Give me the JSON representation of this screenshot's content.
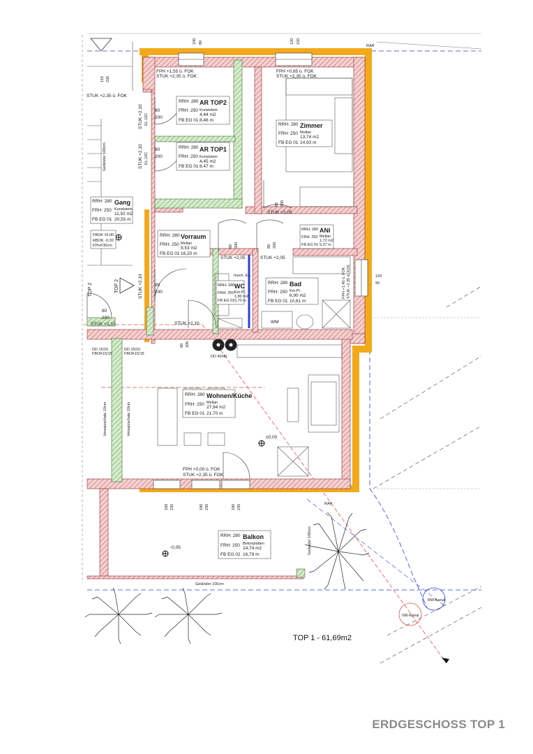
{
  "title": "ERDGESCHOSS TOP 1",
  "total_area": "TOP 1 - 61,69m2",
  "rooms": [
    {
      "name": "AR TOP2",
      "rrh": "RRH: 280",
      "frh": "FRH: 250",
      "code": "FB EG 01",
      "floor": "Kunststein",
      "area": "4,44 m2",
      "perimeter": "8,46 m"
    },
    {
      "name": "AR TOP1",
      "rrh": "RRH: 280",
      "frh": "FRH: 250",
      "code": "FB EG 01",
      "floor": "Kunststein",
      "area": "4,45 m2",
      "perimeter": "8,47 m"
    },
    {
      "name": "Zimmer",
      "rrh": "RRH: 280",
      "frh": "FRH: 250",
      "code": "FB EG 01",
      "floor": "Mellan",
      "area": "13,74 m2",
      "perimeter": "14,93 m"
    },
    {
      "name": "Gang",
      "rrh": "RRH: 280",
      "frh": "FRH: 250",
      "code": "FB EG 01",
      "floor": "Kunststein",
      "area": "11,92 m2",
      "perimeter": "20,55 m"
    },
    {
      "name": "ANi",
      "rrh": "RRH: 280",
      "frh": "FRH: 250",
      "code": "FB EG 01",
      "floor": "Mellan",
      "area": "1,72 m2",
      "perimeter": "5,27 m"
    },
    {
      "name": "Vorraum",
      "rrh": "RRH: 280",
      "frh": "FRH: 250",
      "code": "FB EG 01",
      "floor": "Mellan",
      "area": "9,53 m2",
      "perimeter": "16,20 m"
    },
    {
      "name": "WC",
      "rrh": "RRH: 280",
      "frh": "FRH: 250",
      "code": "FB EG 01",
      "floor": "Ker.Pl.",
      "area": "1,80 m2",
      "perimeter": "5,70 m"
    },
    {
      "name": "Bad",
      "rrh": "RRH: 280",
      "frh": "FRH: 250",
      "code": "FB EG 01",
      "floor": "Ker.Pl.",
      "area": "6,90 m2",
      "perimeter": "10,61 m"
    },
    {
      "name": "Wohnen/Küche",
      "rrh": "RRH: 280",
      "frh": "FRH: 250",
      "code": "FB EG 01",
      "floor": "Mellan",
      "area": "27,94 m2",
      "perimeter": "21,70 m"
    },
    {
      "name": "Balkon",
      "rrh": "RRH: 280",
      "frh": "FRH: 250",
      "code": "FB EG 02",
      "floor": "Betonplatten",
      "area": "14,74 m2",
      "perimeter": "16,79 m"
    }
  ],
  "notes": {
    "fph1": "FPH +1,55 ü. FOK",
    "stuk1": "STUK +2,35 ü. FOK",
    "fph2": "FPH +0,85 ü. FOK",
    "stuk2": "STUK +2,35 ü. FOK",
    "stuk_left": "STUK +2,35 ü. FOK",
    "stuk210a": "STUK +2,10",
    "el210a": "EL.10C",
    "stuk210b": "STUK +2,10",
    "el210b": "EL.10C",
    "stuk205a": "STUK +2,05",
    "stuk205b": "STUK +2,05",
    "stuk205c": "STUK +2,05",
    "stuk210c": "STUK +2,10",
    "stuk210d": "STUK +2,10",
    "stuk210e": "STUK +2,10",
    "fph_right": "FPH +1,45 ü. FOK",
    "stuk_right": "STUK +2,35 ü. FOK",
    "fph_bottom": "FPH +0,00 ü. FOK",
    "stuk_bottom": "STUK +2,35 ü. FOK",
    "mech": "mech. EL.",
    "wm": "WM",
    "dd": "DD 40/40",
    "vorsatz1": "Vorsatzschale 10cm",
    "vorsatz2": "Vorsatzschale 10cm",
    "gelaender_left": "Geländer 100cm",
    "gelaender_right": "Geländer 100cm",
    "gelaender_bottom": "Geländer 100cm",
    "lvl_zero": "±0,00",
    "lvl_balkon": "-0,05",
    "fb_a": "FBOK ±5,00",
    "fb_b": "RBOK -0,30",
    "fb_c": "FPH=30cm",
    "dd_a": "DD 15/15",
    "dd_b": "FBOK15/15",
    "dd_c": "DD 15/15",
    "dd_d": "FBOK15/15",
    "top2_a": "TOP 2",
    "top2_b": "TOP 2",
    "rar1": "RAR",
    "rar2": "RAR",
    "rw": "RW-Kanal",
    "sw": "SW-Kanal"
  },
  "dims": {
    "w1a": "100",
    "w1b": "80",
    "w2a": "120",
    "w2b": "150",
    "wr_a": "120",
    "wr_b": "90",
    "d_ar2a": "80",
    "d_ar2b": "200",
    "d_ar1a": "80",
    "d_ar1b": "200",
    "d_zim_a": "80",
    "d_zim_b": "200",
    "d_vor_a": "90",
    "d_vor_b": "200",
    "d_vr2a": "80",
    "d_vr2b": "200",
    "d_wc_a": "80",
    "d_wc_b": "200",
    "d_bad_a": "80",
    "d_bad_b": "200",
    "d_wohn_a": "80",
    "d_wohn_b": "200",
    "d_gang_a": "80",
    "d_gang_b": "200",
    "b1a": "180",
    "b1b": "235",
    "b2a": "180",
    "b2b": "235",
    "b3a": "180",
    "b3b": "235",
    "top_a": "110",
    "top_b": "235"
  }
}
